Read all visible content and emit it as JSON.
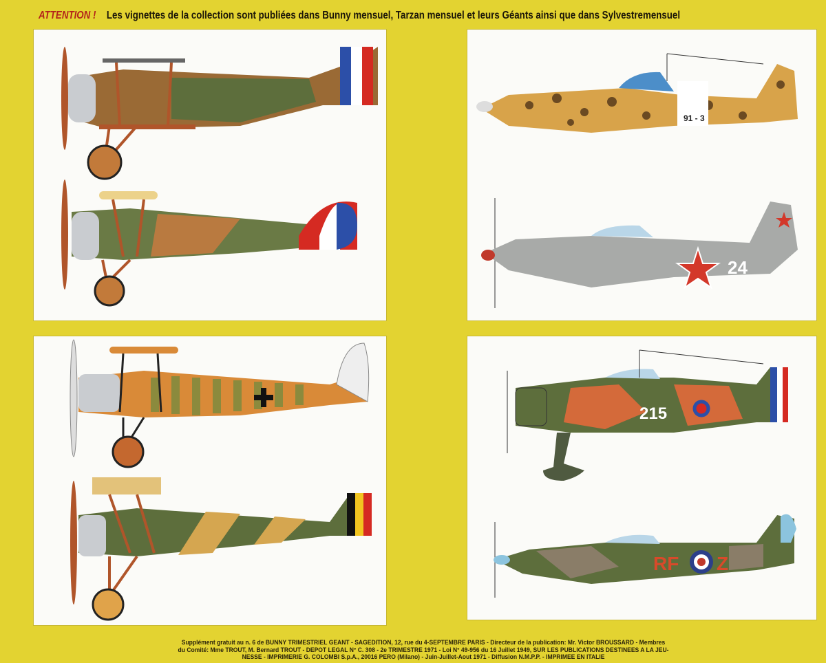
{
  "header": {
    "attention": "ATTENTION !",
    "text": "Les vignettes de la collection sont publiées dans Bunny mensuel, Tarzan mensuel et leurs Géants ainsi que dans Sylvestremensuel"
  },
  "planes": {
    "macchi": {
      "code": "91 - 3"
    },
    "yak": {
      "number": "24"
    },
    "d520": {
      "number": "215"
    },
    "spitfire": {
      "code_left": "RF",
      "code_right": "Z"
    }
  },
  "footer": {
    "line1": "Supplément gratuit au n. 6 de BUNNY TRIMESTRIEL GEANT - SAGEDITION, 12, rue du 4-SEPTEMBRE PARIS - Directeur de la publication: Mr. Victor BROUSSARD - Membres",
    "line2": "du Comité: Mme TROUT, M. Bernard TROUT - DEPOT LEGAL N° C. 308 - 2e TRIMESTRE 1971 - Loi N° 49-956 du 16 Juillet 1949, SUR LES PUBLICATIONS DESTINEES A LA JEU-",
    "line3": "NESSE - IMPRIMERIE G. COLOMBI S.p.A., 20016 PERO (Milano) - Juin-Juillet-Aout 1971 - Diffusion N.M.P.P. - IMPRIMEE EN ITALIE"
  },
  "colors": {
    "background": "#e3d331",
    "attention": "#b3221a"
  }
}
